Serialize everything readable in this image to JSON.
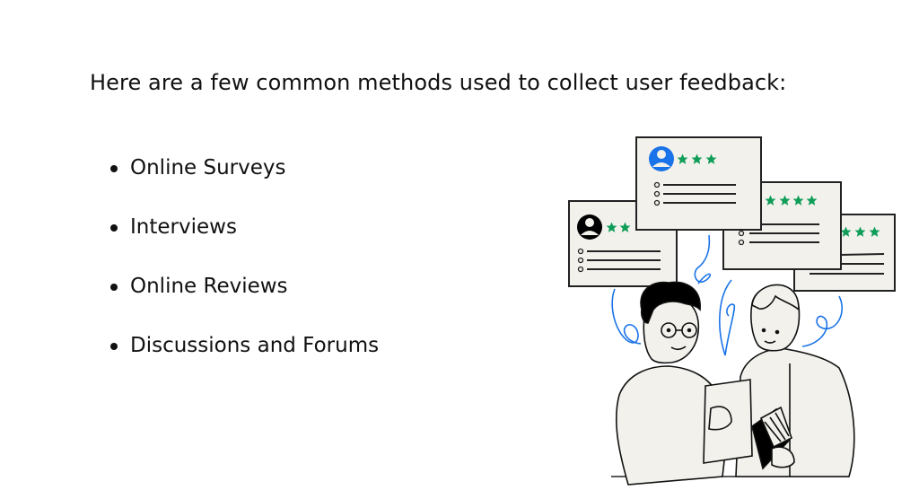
{
  "heading": "Here are a few common methods used to collect user feedback:",
  "methods": [
    {
      "label": "Online Surveys"
    },
    {
      "label": "Interviews"
    },
    {
      "label": "Online Reviews"
    },
    {
      "label": "Discussions and Forums"
    }
  ],
  "illustration": {
    "description": "Two people reviewing a document beneath floating feedback cards with star ratings",
    "cards": [
      {
        "avatar": "user-avatar-icon",
        "avatar_color": "#1a73e8",
        "stars": 3
      },
      {
        "avatar": "user-avatar-icon",
        "avatar_color": "#000000",
        "stars": 2
      },
      {
        "avatar": "none",
        "stars": 4
      },
      {
        "avatar": "none",
        "stars": 3
      }
    ],
    "colors": {
      "card_bg": "#f2f1ec",
      "star": "#0f9d58",
      "accent_line": "#1a73e8",
      "outline": "#222222"
    }
  }
}
